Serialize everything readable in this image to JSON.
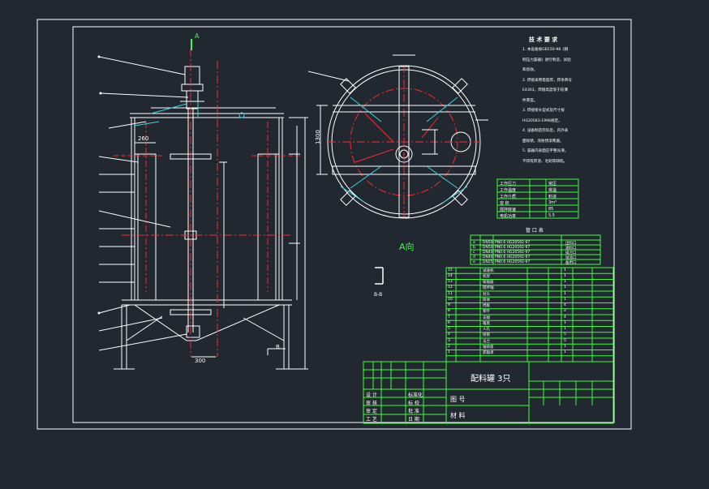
{
  "viewport": {
    "background": "#212830"
  },
  "colors": {
    "line": "#ffffff",
    "red": "#ff2a2a",
    "cyan": "#3ad6e6",
    "green": "#3aff3a",
    "yellow": "#ffff33",
    "blue": "#4a6cff"
  },
  "front_view": {
    "view_label_top": "A",
    "dim_left_top": "260",
    "dim_bottom": "300",
    "section_label": "B"
  },
  "top_view": {
    "title": "A向",
    "side_dim": "1300"
  },
  "section_mark": {
    "label": "B-B"
  },
  "tech_requirements": {
    "title": "技 术 要 求",
    "lines": [
      "1. 本设备按GB150-98《钢",
      "制压力容器》进行制造、试验",
      "和验收。",
      "2. 焊接采用电弧焊，焊条牌号",
      "E4303，焊缝高度等于较薄",
      "件厚度。",
      "3. 焊接接头型式及尺寸按",
      "HG20583-1998规定。",
      "4. 设备制造完毕后，内外表",
      "面除锈，涂防锈漆两遍。",
      "5. 容器内表面应平整光滑，",
      "不得有焊渣、毛刺等缺陷。"
    ]
  },
  "tech_table": {
    "rows": [
      [
        "工作压力",
        "常压"
      ],
      [
        "工作温度",
        "常温"
      ],
      [
        "工作介质",
        "料液"
      ],
      [
        "容 积",
        "3m³"
      ],
      [
        "搅拌转速",
        "85"
      ],
      [
        "电机功率",
        "5.5"
      ]
    ]
  },
  "nozzle_table": {
    "title": "管 口 表",
    "rows": [
      [
        "a",
        "DN50",
        "PN0.6 HG20592-97",
        "出料口"
      ],
      [
        "b",
        "DN50",
        "PN0.6 HG20592-97",
        "进料口"
      ],
      [
        "c",
        "DN40",
        "PN0.6 HG20592-97",
        "排污口"
      ],
      [
        "d",
        "DN40",
        "PN0.6 HG20592-97",
        "溢流口"
      ],
      [
        "e",
        "DN25",
        "PN0.6 HG20592-97",
        "备用口"
      ]
    ]
  },
  "bom": {
    "rows": [
      [
        "15",
        "",
        "减速机",
        "1"
      ],
      [
        "14",
        "",
        "机架",
        "1"
      ],
      [
        "13",
        "",
        "联轴器",
        "1"
      ],
      [
        "12",
        "",
        "搅拌轴",
        "1"
      ],
      [
        "11",
        "",
        "封头",
        "1"
      ],
      [
        "10",
        "",
        "筒体",
        "1"
      ],
      [
        "9",
        "",
        "挡板",
        "4"
      ],
      [
        "8",
        "",
        "桨叶",
        "2"
      ],
      [
        "7",
        "",
        "支腿",
        "4"
      ],
      [
        "6",
        "",
        "锥底",
        "1"
      ],
      [
        "5",
        "",
        "人孔",
        "1"
      ],
      [
        "4",
        "",
        "接管",
        "5"
      ],
      [
        "3",
        "",
        "法兰",
        "5"
      ],
      [
        "2",
        "",
        "轴承座",
        "1"
      ],
      [
        "1",
        "",
        "底轴承",
        "1"
      ]
    ]
  },
  "title_block": {
    "title": "配料罐 3只",
    "code_label": "图 号",
    "material_label": "材 料",
    "left_rows": [
      [
        "设 计",
        "",
        "标准化"
      ],
      [
        "审 核",
        "",
        "标 校"
      ],
      [
        "审 定",
        "",
        "批 准"
      ],
      [
        "工 艺",
        "",
        "日 期"
      ]
    ]
  }
}
